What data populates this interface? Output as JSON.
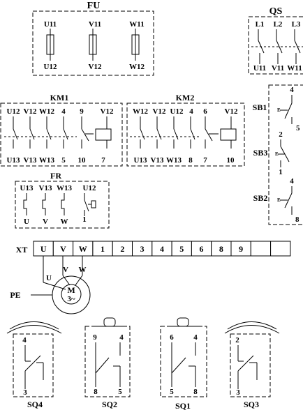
{
  "fu": {
    "title": "FU",
    "top": [
      "U11",
      "V11",
      "W11"
    ],
    "bottom": [
      "U12",
      "V12",
      "W12"
    ]
  },
  "qs": {
    "title": "QS",
    "top": [
      "L1",
      "L2",
      "L3"
    ],
    "bottom": [
      "U11",
      "V11",
      "W11"
    ]
  },
  "km1": {
    "title": "KM1",
    "top": [
      "U12",
      "V12",
      "W12",
      "4",
      "9",
      "V12"
    ],
    "bottom": [
      "U13",
      "V13",
      "W13",
      "5",
      "10",
      "7"
    ]
  },
  "km2": {
    "title": "KM2",
    "top": [
      "W12",
      "V12",
      "U12",
      "4",
      "6",
      "V12"
    ],
    "bottom": [
      "U13",
      "V13",
      "W13",
      "8",
      "7",
      "10"
    ]
  },
  "fr": {
    "title": "FR",
    "top": [
      "U13",
      "V13",
      "W13",
      "U12"
    ],
    "bottom": [
      "U",
      "V",
      "W",
      "1"
    ]
  },
  "sb": {
    "sb1": {
      "label": "SB1",
      "top": "4",
      "bottom": "5",
      "mark": "E"
    },
    "sb3": {
      "label": "SB3",
      "top": "2",
      "bottom": "1",
      "mark": "E"
    },
    "sb2": {
      "label": "SB2",
      "top": "4",
      "bottom": "8",
      "mark": "E"
    }
  },
  "xt": {
    "label": "XT",
    "cells": [
      "U",
      "V",
      "W",
      "1",
      "2",
      "3",
      "4",
      "5",
      "6",
      "8",
      "9",
      "",
      ""
    ]
  },
  "motor": {
    "pe": "PE",
    "line1": "M",
    "line2": "3~",
    "leads": [
      "U",
      "V",
      "W"
    ]
  },
  "limit_switches": [
    {
      "label": "SQ4",
      "top": "4",
      "bottom": "3",
      "head": "roller"
    },
    {
      "label": "SQ2",
      "top_left": "9",
      "top_right": "4",
      "bottom_left": "8",
      "bottom_right": "5",
      "head": "plunger"
    },
    {
      "label": "SQ1",
      "top_left": "6",
      "top_right": "4",
      "bottom_left": "5",
      "bottom_right": "8",
      "head": "plunger"
    },
    {
      "label": "SQ3",
      "top": "2",
      "bottom": "3",
      "head": "roller"
    }
  ]
}
